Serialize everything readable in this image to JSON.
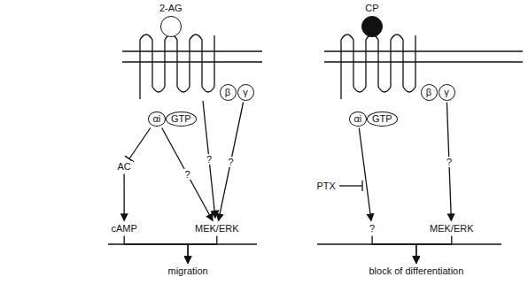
{
  "diagram": {
    "nodes": [
      {
        "text": [
          "2-AG"
        ]
      },
      {
        "text": [
          "αi"
        ]
      },
      {
        "text": [
          "GTP"
        ]
      },
      {
        "text": [
          "β"
        ]
      },
      {
        "text": [
          "γ"
        ]
      },
      {
        "text": [
          "AC"
        ]
      },
      {
        "text": [
          "cAMP"
        ]
      },
      {
        "text": [
          "MEK/ERK"
        ]
      },
      {
        "text": [
          "migration"
        ]
      },
      {
        "text": [
          "CP"
        ]
      },
      {
        "text": [
          "αi"
        ]
      },
      {
        "text": [
          "GTP"
        ]
      },
      {
        "text": [
          "β"
        ]
      },
      {
        "text": [
          "γ"
        ]
      },
      {
        "text": [
          "PTX"
        ]
      },
      {
        "text": [
          "?"
        ]
      },
      {
        "text": [
          "MEK/ERK"
        ]
      },
      {
        "text": [
          "block of differentiation"
        ]
      }
    ],
    "edges": [
      {
        "from": 1,
        "to": 5,
        "arrow": "none"
      },
      {
        "from": 5,
        "to": 6,
        "arrow": "to"
      },
      {
        "from": 1,
        "to": 7,
        "label": "?",
        "arrow": "to"
      },
      {
        "from": 4,
        "to": 7,
        "label": "?",
        "arrow": "to"
      },
      {
        "from": 6,
        "to": 8,
        "arrow": "to"
      },
      {
        "from": 7,
        "to": 8,
        "arrow": "to"
      },
      {
        "from": 10,
        "to": 15,
        "arrow": "to"
      },
      {
        "from": 13,
        "to": 16,
        "label": "?",
        "arrow": "to"
      },
      {
        "from": 15,
        "to": 17,
        "arrow": "to"
      },
      {
        "from": 16,
        "to": 17,
        "arrow": "to"
      }
    ],
    "labels": [
      "?"
    ]
  }
}
